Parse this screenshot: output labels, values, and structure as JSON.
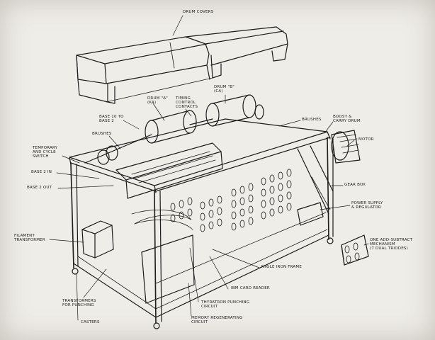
{
  "labels": {
    "drum_covers": "DRUM COVERS",
    "base_10_to_base_2": [
      "BASE 10 TO",
      "BASE 2"
    ],
    "drum_ka": [
      "DRUM \"A\"",
      "(KA)"
    ],
    "timing_control_contacts": [
      "TIMING",
      "CONTROL",
      "CONTACTS"
    ],
    "drum_b": [
      "DRUM \"B\"",
      "(CA)"
    ],
    "brushes_left": "BRUSHES",
    "brushes_right": "BRUSHES",
    "boost_carry_drum": [
      "BOOST &",
      "CARRY DRUM"
    ],
    "motor": "MOTOR",
    "temporary_and_cycle_switch": [
      "TEMPORARY",
      "AND CYCLE",
      "SWITCH"
    ],
    "base_2_in": "BASE 2 IN",
    "base_2_out": "BASE 2 OUT",
    "gear_box": "GEAR BOX",
    "power_supply": [
      "POWER SUPPLY",
      "& REGULATOR"
    ],
    "filament_transformer": [
      "FILAMENT",
      "TRANSFORMER"
    ],
    "add_subtract": [
      "ONE ADD-SUBTRACT",
      "MECHANISM",
      "(7 DUAL TRIODES)"
    ],
    "angle_iron_frame": "ANGLE IRON FRAME",
    "ibm_card_reader": "IBM CARD READER",
    "thyratron_punching": [
      "THYRATRON PUNCHING",
      "CIRCUIT"
    ],
    "transformers_for_punching": [
      "TRANSFORMERS",
      "FOR PUNCHING"
    ],
    "memory_regenerating": [
      "MEMORY REGENERATING",
      "CIRCUIT"
    ],
    "casters": "CASTERS"
  }
}
